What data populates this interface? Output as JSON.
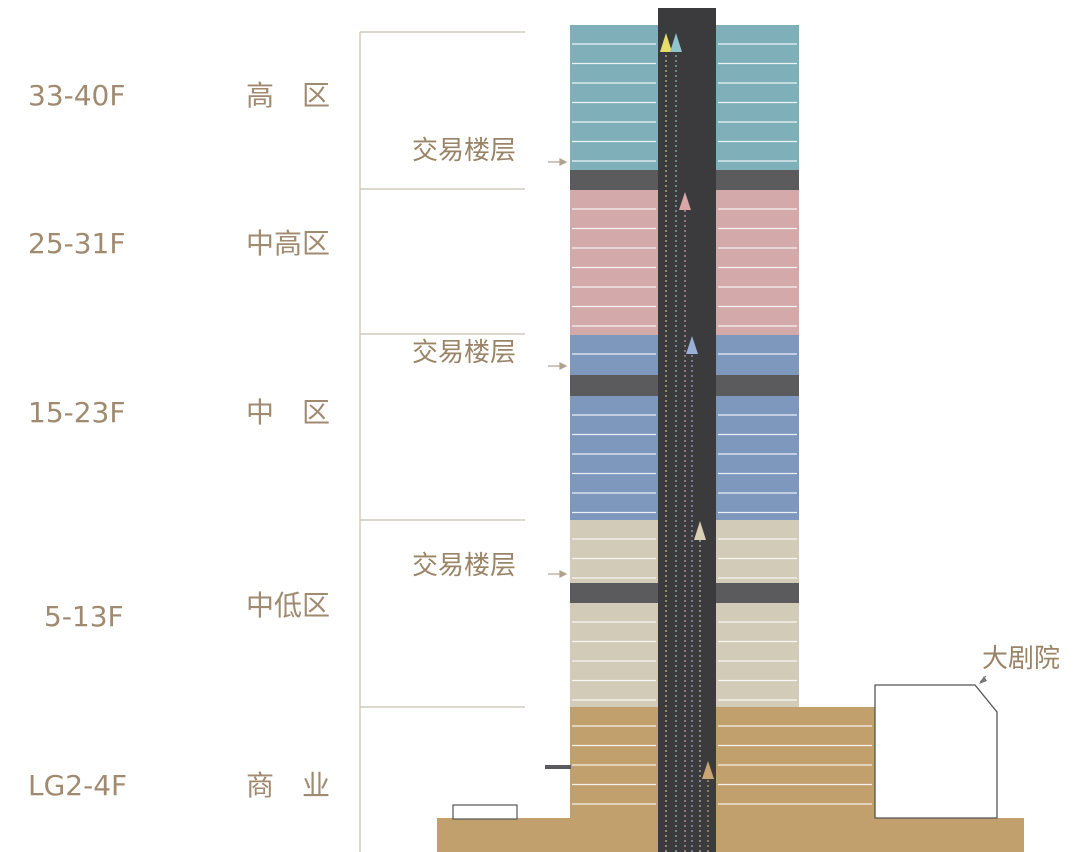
{
  "zones": [
    {
      "floors": "33-40F",
      "name": "高　区",
      "color": "#7fb0ba"
    },
    {
      "floors": "25-31F",
      "name": "中高区",
      "color": "#d3a9aa"
    },
    {
      "floors": "15-23F",
      "name": "中　区",
      "color": "#7d97bd"
    },
    {
      "floors": "5-13F",
      "name": "中低区",
      "color": "#d1cbb8"
    },
    {
      "floors": "LG2-4F",
      "name": "商　业",
      "color": "#c2a06e"
    }
  ],
  "transfer_floor_label": "交易楼层",
  "theater_label": "大剧院",
  "colors": {
    "label_text": "#a08a70",
    "core": "#3b3b3d",
    "refuge_floor": "#5b5b5e",
    "bracket_line": "#c8bfb2",
    "podium": "#c2a06e"
  }
}
